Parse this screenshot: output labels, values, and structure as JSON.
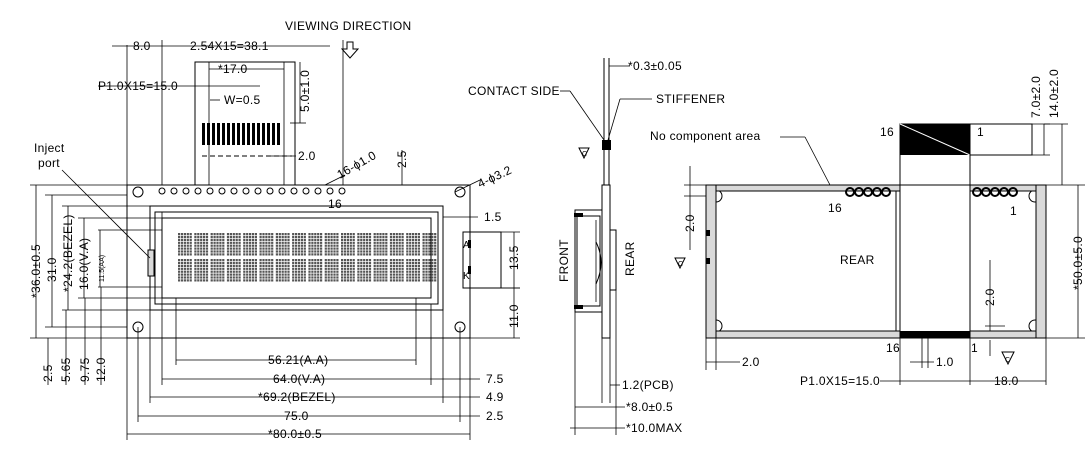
{
  "front": {
    "viewing_direction": "VIEWING DIRECTION",
    "pitch_left": "8.0",
    "pitch_total": "2.54X15=38.1",
    "fpc_width": "*17.0",
    "fpc_pitch": "P1.0X15=15.0",
    "fpc_trace_w": "W=0.5",
    "fpc_len": "5.0±1.0",
    "fpc_gap": "2.0",
    "pin_hole": "16-ϕ1.0",
    "top_gap": "2.5",
    "mount_hole": "4-ϕ3.2",
    "pin_16": "16",
    "inject_port_line1": "Inject",
    "inject_port_line2": "port",
    "right_gap": "1.5",
    "backlight_a": "A",
    "backlight_k": "K",
    "backlight_h": "13.5",
    "right_h": "11.0",
    "h_total": "*36.0±0.5",
    "h_pcb": "31.0",
    "h_bezel": "*24.2(BEZEL)",
    "h_va": "16.0(V.A)",
    "h_aa": "11.5(AA)",
    "b_a": "2.5",
    "b_b": "5.65",
    "b_c": "9.75",
    "b_d": "12.0",
    "w_aa": "56.21(A.A)",
    "w_va": "64.0(V.A)",
    "w_bezel": "*69.2(BEZEL)",
    "w_holes": "75.0",
    "w_total": "*80.0±0.5",
    "r_a": "7.5",
    "r_b": "4.9",
    "r_c": "2.5"
  },
  "side": {
    "fpc_thick": "*0.3±0.05",
    "contact_side": "CONTACT SIDE",
    "stiffener": "STIFFENER",
    "front": "FRONT",
    "rear": "REAR",
    "pcb": "1.2(PCB)",
    "thick": "*8.0±0.5",
    "max": "*10.0MAX"
  },
  "rear": {
    "no_component": "No component area",
    "pin_16_top": "16",
    "pin_1_top": "1",
    "h_fpc1": "7.0±2.0",
    "h_fpc2": "14.0±2.0",
    "pin_16_pad": "16",
    "pin_1_pad": "1",
    "pcb_label": "REAR",
    "h_left": "2.0",
    "h_total": "*50.0±5.0",
    "h_inner": "2.0",
    "w_left": "2.0",
    "pin_16_bot": "16",
    "pin_1_bot": "1",
    "pitch_gap": "1.0",
    "fpc_pitch": "P1.0X15=15.0",
    "w_right": "18.0"
  }
}
